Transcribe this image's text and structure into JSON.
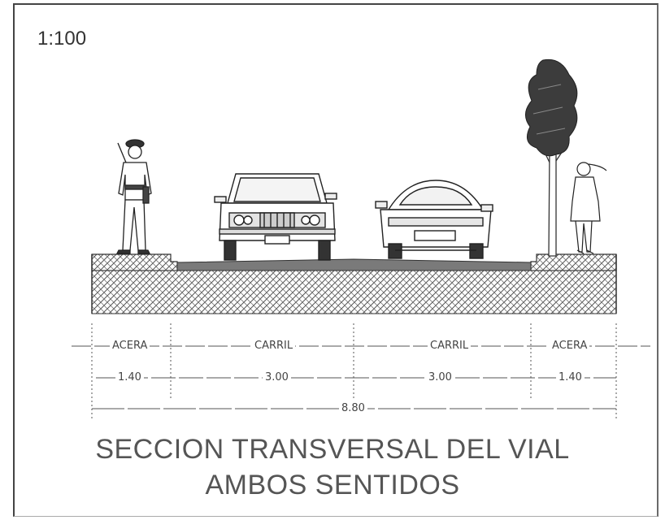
{
  "scale": "1:100",
  "labels": {
    "acera_left": "ACERA",
    "carril_left": "CARRIL",
    "carril_right": "CARRIL",
    "acera_right": "ACERA"
  },
  "dimensions": {
    "acera_left": "1.40",
    "carril_left": "3.00",
    "carril_right": "3.00",
    "acera_right": "1.40",
    "total": "8.80"
  },
  "title": {
    "line1": "SECCION TRANSVERSAL DEL VIAL",
    "line2": "AMBOS SENTIDOS"
  }
}
